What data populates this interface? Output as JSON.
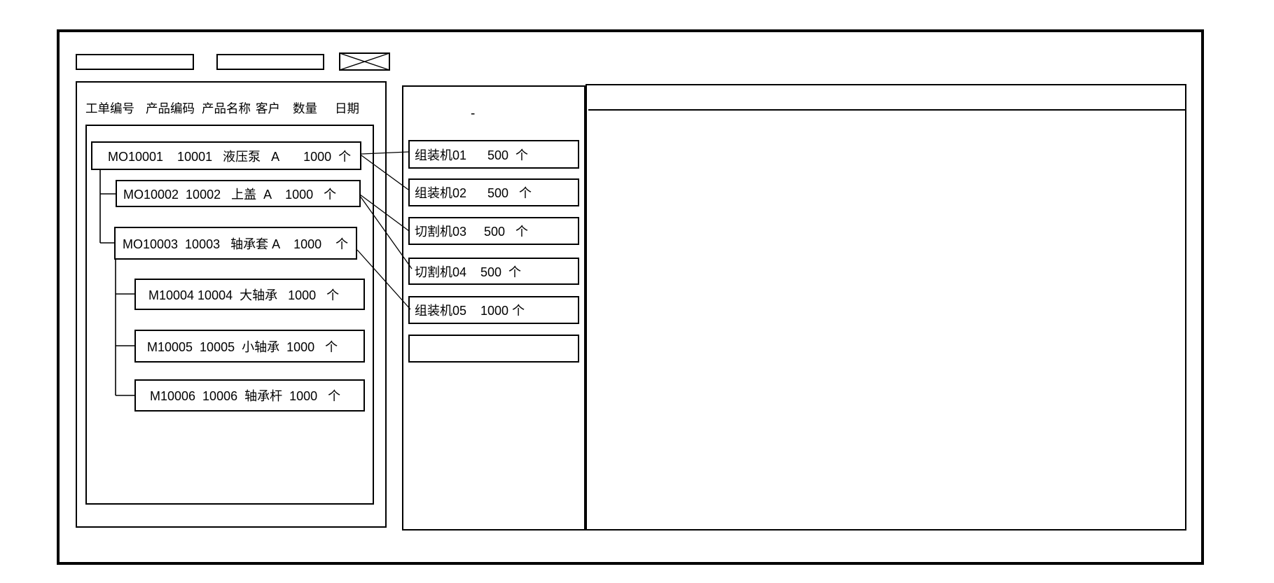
{
  "colors": {
    "line": "#000000",
    "background": "#ffffff"
  },
  "toolbar": {
    "field_1_value": "",
    "field_2_value": "",
    "crossed_box_icon": "crossed-rectangle"
  },
  "left_panel": {
    "columns": [
      "工单编号",
      "产品编码",
      "产品名称",
      "客户",
      "数量",
      "日期"
    ],
    "orders": [
      {
        "order_no": "MO10001",
        "product_code": "10001",
        "product_name": "液压泵",
        "customer": "A",
        "qty": "1000",
        "unit": "个",
        "display": "MO10001    10001   液压泵   A       1000  个"
      },
      {
        "order_no": "MO10002",
        "product_code": "10002",
        "product_name": "上盖",
        "customer": "A",
        "qty": "1000",
        "unit": "个",
        "display": "MO10002  10002   上盖  A    1000   个"
      },
      {
        "order_no": "MO10003",
        "product_code": "10003",
        "product_name": "轴承套",
        "customer": "A",
        "qty": "1000",
        "unit": "个",
        "display": "MO10003  10003   轴承套 A    1000    个"
      },
      {
        "order_no": "M10004",
        "product_code": "10004",
        "product_name": "大轴承",
        "customer": "",
        "qty": "1000",
        "unit": "个",
        "display": "M10004 10004  大轴承   1000   个"
      },
      {
        "order_no": "M10005",
        "product_code": "10005",
        "product_name": "小轴承",
        "customer": "",
        "qty": "1000",
        "unit": "个",
        "display": "M10005  10005  小轴承  1000   个"
      },
      {
        "order_no": "M10006",
        "product_code": "10006",
        "product_name": "轴承杆",
        "customer": "",
        "qty": "1000",
        "unit": "个",
        "display": "M10006  10006  轴承杆  1000   个"
      }
    ]
  },
  "middle_panel": {
    "mark": "-",
    "machines": [
      {
        "name": "组装机01",
        "qty": "500",
        "unit": "个",
        "display": "组装机01      500  个"
      },
      {
        "name": "组装机02",
        "qty": "500",
        "unit": "个",
        "display": "组装机02      500   个"
      },
      {
        "name": "切割机03",
        "qty": "500",
        "unit": "个",
        "display": "切割机03     500   个"
      },
      {
        "name": "切割机04",
        "qty": "500",
        "unit": "个",
        "display": "切割机04    500  个"
      },
      {
        "name": "组装机05",
        "qty": "1000",
        "unit": "个",
        "display": "组装机05    1000 个"
      },
      {
        "name": "",
        "qty": "",
        "unit": "",
        "display": ""
      }
    ]
  },
  "right_panel": {
    "content": ""
  }
}
